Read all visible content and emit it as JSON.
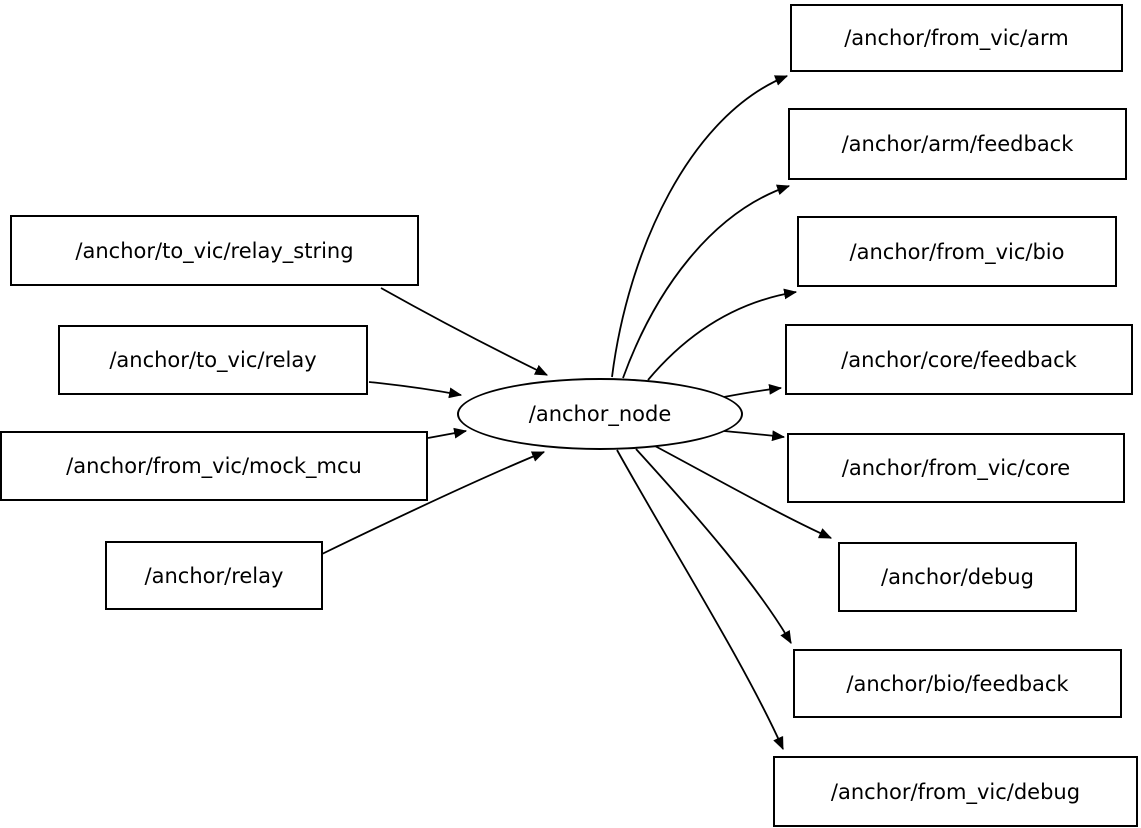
{
  "graph": {
    "center_node": {
      "label": "/anchor_node",
      "shape": "ellipse"
    },
    "inputs": [
      {
        "label": "/anchor/to_vic/relay_string"
      },
      {
        "label": "/anchor/to_vic/relay"
      },
      {
        "label": "/anchor/from_vic/mock_mcu"
      },
      {
        "label": "/anchor/relay"
      }
    ],
    "outputs": [
      {
        "label": "/anchor/from_vic/arm"
      },
      {
        "label": "/anchor/arm/feedback"
      },
      {
        "label": "/anchor/from_vic/bio"
      },
      {
        "label": "/anchor/core/feedback"
      },
      {
        "label": "/anchor/from_vic/core"
      },
      {
        "label": "/anchor/debug"
      },
      {
        "label": "/anchor/bio/feedback"
      },
      {
        "label": "/anchor/from_vic/debug"
      }
    ],
    "edges": [
      {
        "from": "/anchor/to_vic/relay_string",
        "to": "/anchor_node"
      },
      {
        "from": "/anchor/to_vic/relay",
        "to": "/anchor_node"
      },
      {
        "from": "/anchor/from_vic/mock_mcu",
        "to": "/anchor_node"
      },
      {
        "from": "/anchor/relay",
        "to": "/anchor_node"
      },
      {
        "from": "/anchor_node",
        "to": "/anchor/from_vic/arm"
      },
      {
        "from": "/anchor_node",
        "to": "/anchor/arm/feedback"
      },
      {
        "from": "/anchor_node",
        "to": "/anchor/from_vic/bio"
      },
      {
        "from": "/anchor_node",
        "to": "/anchor/core/feedback"
      },
      {
        "from": "/anchor_node",
        "to": "/anchor/from_vic/core"
      },
      {
        "from": "/anchor_node",
        "to": "/anchor/debug"
      },
      {
        "from": "/anchor_node",
        "to": "/anchor/bio/feedback"
      },
      {
        "from": "/anchor_node",
        "to": "/anchor/from_vic/debug"
      }
    ],
    "colors": {
      "background": "#ffffff",
      "node_fill": "#ffffff",
      "stroke": "#000000",
      "text": "#000000"
    }
  }
}
